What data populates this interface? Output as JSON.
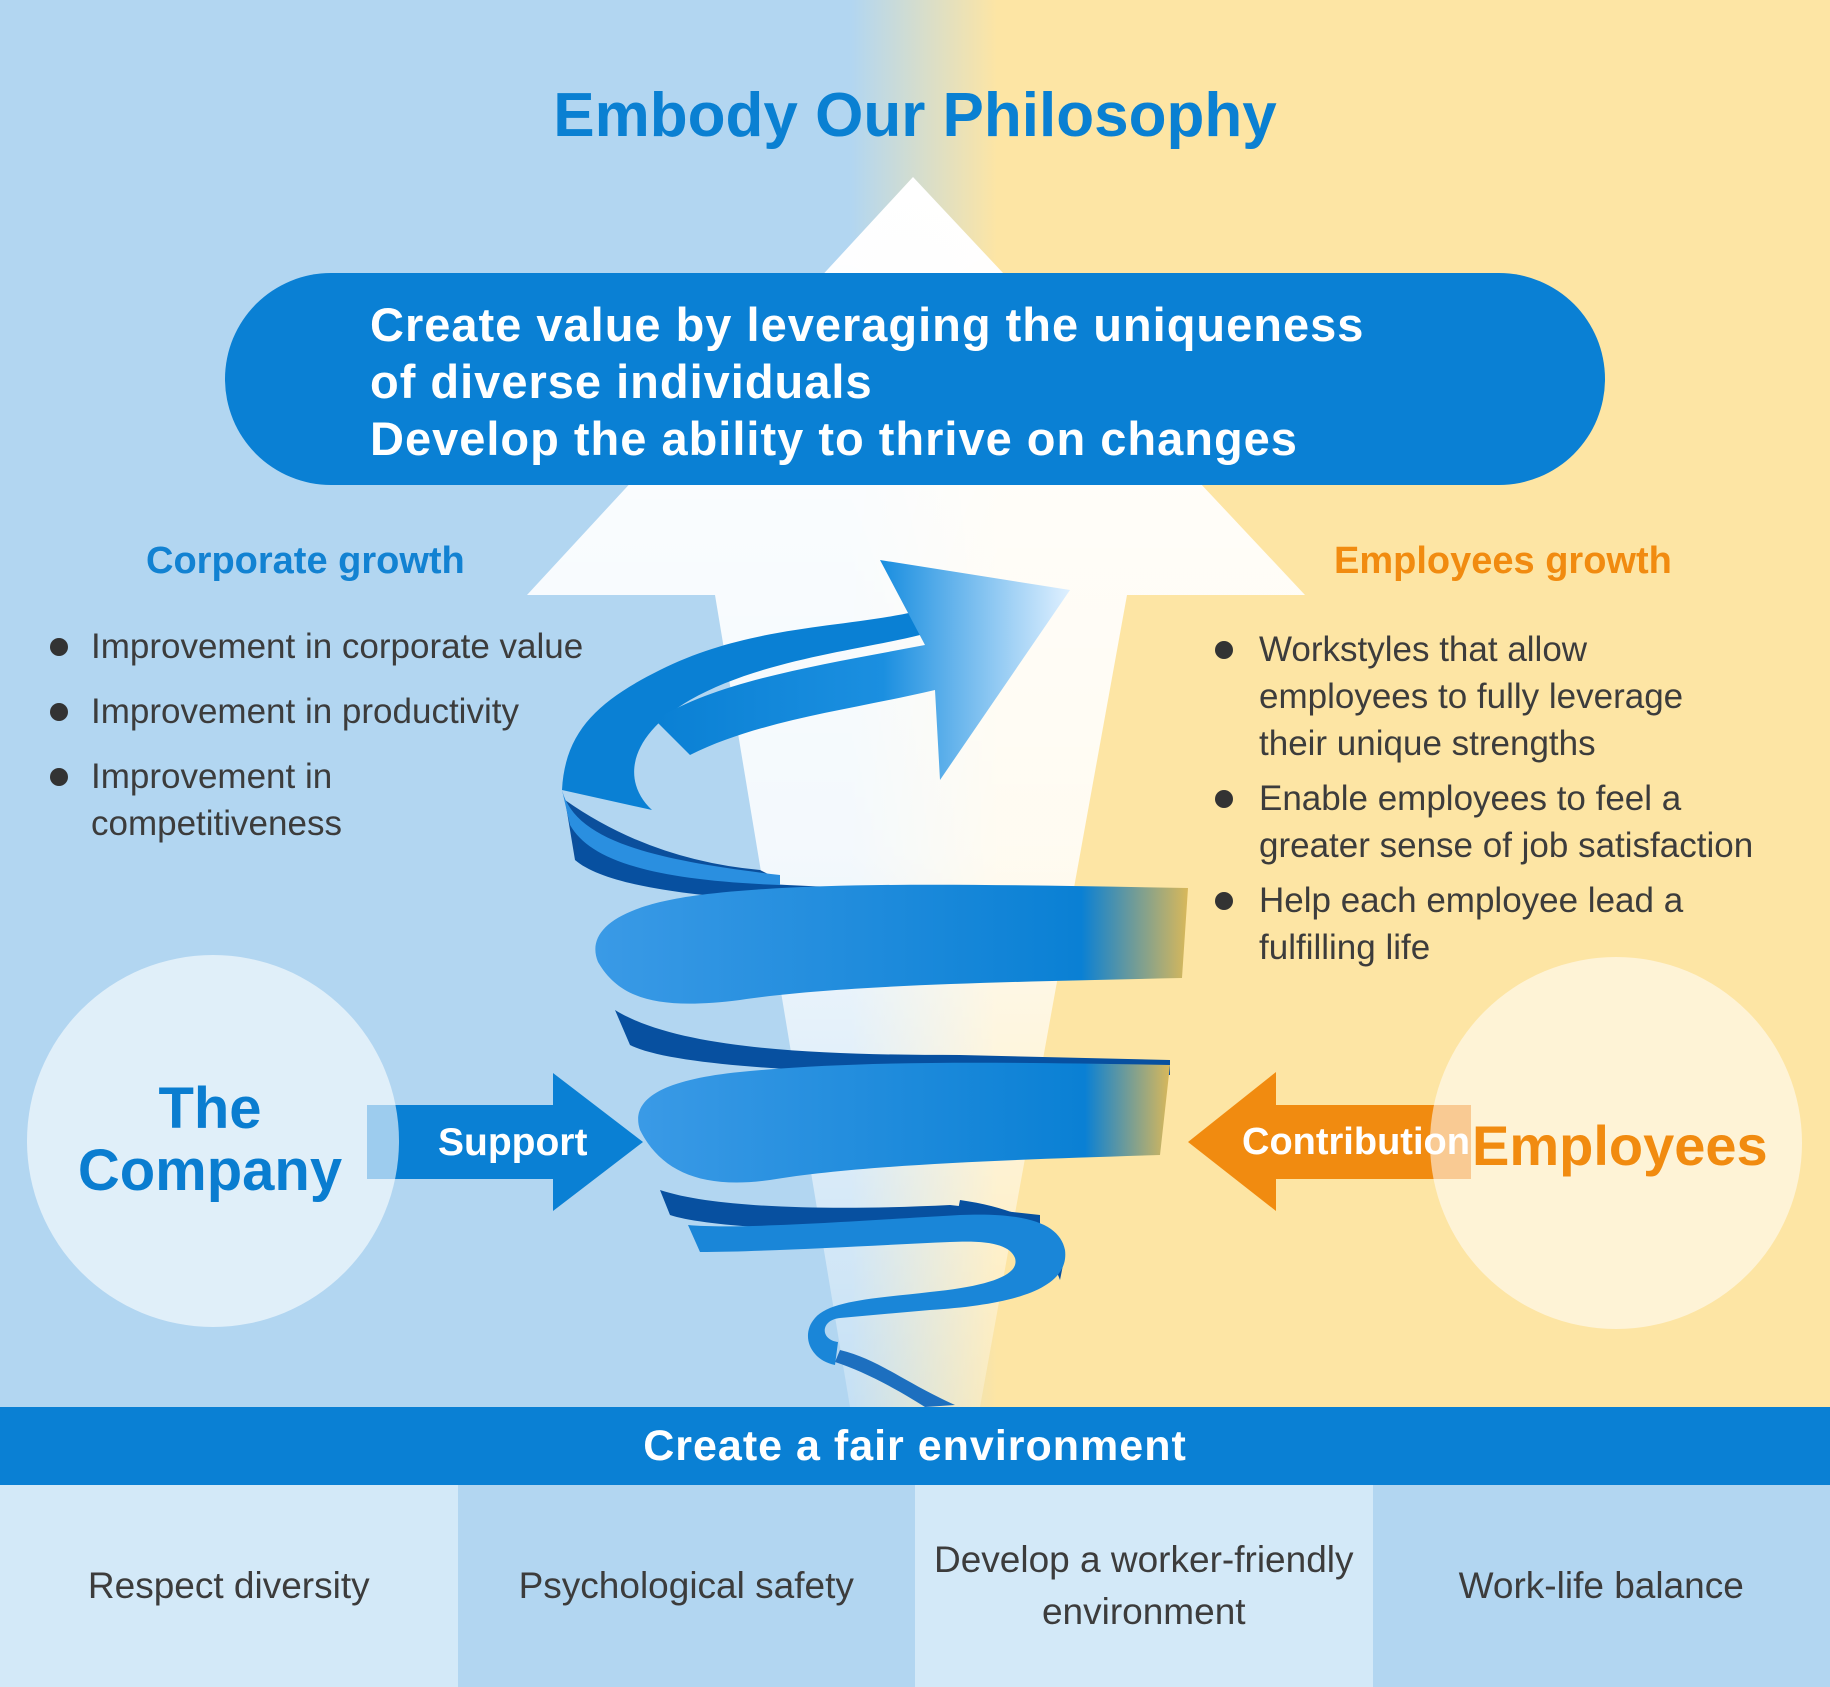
{
  "title": "Embody Our Philosophy",
  "banner": {
    "lines": [
      "Create value by leveraging the uniqueness",
      "of diverse individuals",
      "Develop the ability to thrive on changes"
    ]
  },
  "corporate": {
    "heading": "Corporate growth",
    "items": [
      [
        "Improvement in corporate value"
      ],
      [
        "Improvement in productivity"
      ],
      [
        "Improvement in",
        "competitiveness"
      ]
    ]
  },
  "employees_growth": {
    "heading": "Employees growth",
    "items": [
      [
        "Workstyles that allow",
        "employees to fully leverage",
        "their unique strengths"
      ],
      [
        "Enable employees to feel a",
        "greater sense of job satisfaction"
      ],
      [
        "Help each employee lead a",
        "fulfilling life"
      ]
    ]
  },
  "company": {
    "label_lines": [
      "The",
      "Company"
    ]
  },
  "employees": {
    "label": "Employees"
  },
  "arrows": {
    "support": "Support",
    "contribution": "Contribution"
  },
  "foundation": {
    "title": "Create a fair environment",
    "pillars": [
      [
        "Respect diversity"
      ],
      [
        "Psychological safety"
      ],
      [
        "Develop a worker-friendly",
        "environment"
      ],
      [
        "Work-life balance"
      ]
    ]
  },
  "colors": {
    "blue": "#0a80d4",
    "orange": "#f18b10",
    "left_bg": "#b2d6f1",
    "right_bg": "#fde5a4",
    "text_dark": "#3c3c3c"
  },
  "icons": [
    "bullet-dot-icon",
    "big-up-arrow-icon",
    "spiral-ribbon-arrow-icon",
    "support-arrow-icon",
    "contribution-arrow-icon"
  ]
}
